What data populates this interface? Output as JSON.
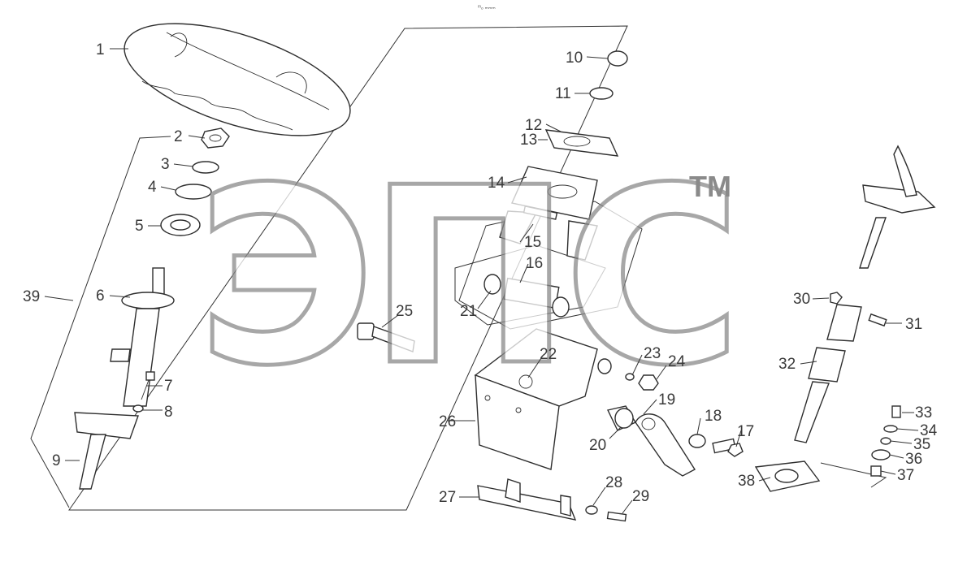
{
  "header_mark": "ᵐₒ ₘₘₘ",
  "watermark": {
    "text": "ЭПС",
    "trademark": "TM"
  },
  "callouts": [
    "1",
    "2",
    "3",
    "4",
    "5",
    "6",
    "7",
    "8",
    "9",
    "10",
    "11",
    "12",
    "13",
    "14",
    "15",
    "16",
    "17",
    "18",
    "19",
    "20",
    "21",
    "22",
    "23",
    "24",
    "25",
    "26",
    "27",
    "28",
    "29",
    "30",
    "31",
    "32",
    "33",
    "34",
    "35",
    "36",
    "37",
    "38",
    "39"
  ]
}
